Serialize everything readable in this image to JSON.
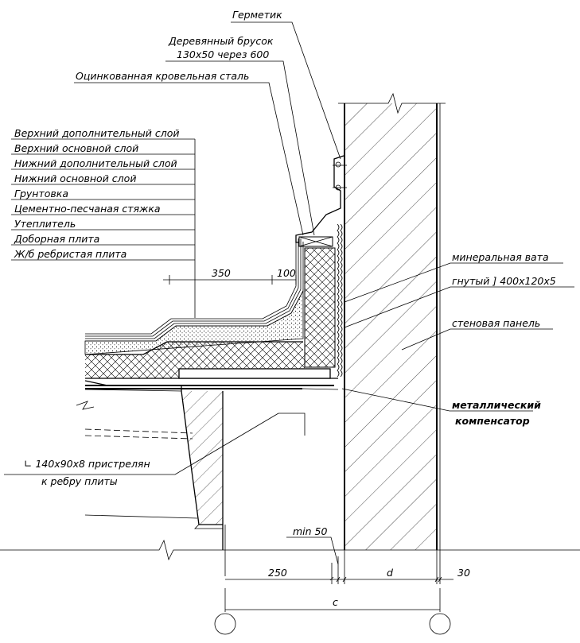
{
  "labels": {
    "sealant": "Герметик",
    "wood_bar_line1": "Деревянный брусок",
    "wood_bar_line2": "130х50 через 600",
    "steel": "Оцинкованная кровельная сталь",
    "layers": [
      "Верхний дополнительный слой",
      "Верхний основной слой",
      "Нижний дополнительный слой",
      "Нижний основной слой",
      "Грунтовка",
      "Цементно-песчаная стяжка",
      "Утеплитель",
      "Доборная плита",
      "Ж/б ребристая плита"
    ],
    "mineral_wool": "минеральная вата",
    "bent_channel": "гнутый ] 400х120х5",
    "wall_panel": "стеновая панель",
    "compensator_line1": "металлический",
    "compensator_line2": "компенсатор",
    "angle_line1": "∟ 140х90х8 пристрелян",
    "angle_line2": "к ребру плиты"
  },
  "dimensions": {
    "d350": "350",
    "d100": "100",
    "min50": "min 50",
    "d250": "250",
    "d_d": "d",
    "d30": "30",
    "d_c": "c"
  },
  "colors": {
    "line": "#000000",
    "background": "#ffffff"
  }
}
